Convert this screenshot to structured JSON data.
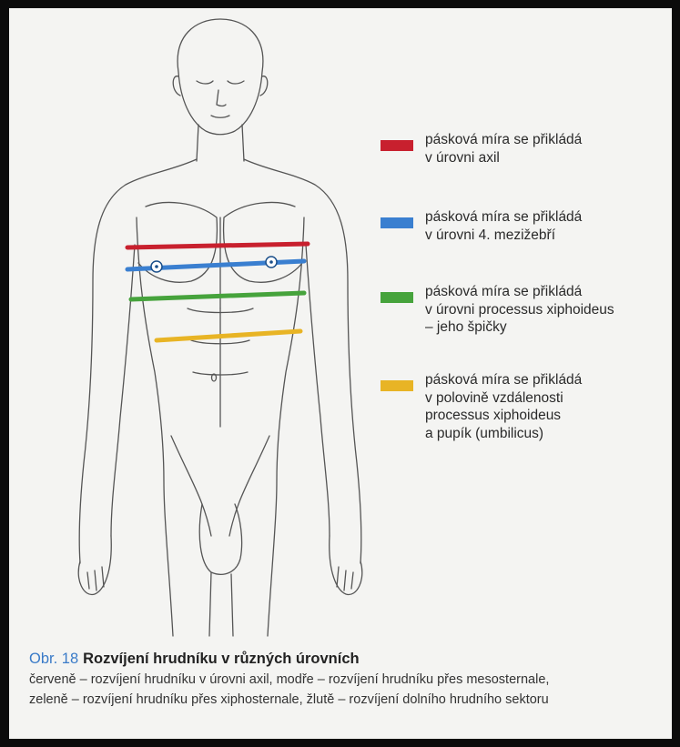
{
  "legend": {
    "items": [
      {
        "text": "pásková míra se přikládá\nv úrovni axil",
        "color": "#c8202e"
      },
      {
        "text": "pásková míra se přikládá\nv úrovni 4. mezižebří",
        "color": "#3a7fd0"
      },
      {
        "text": "pásková míra se přikládá\nv úrovni processus xiphoideus\n– jeho špičky",
        "color": "#46a33c"
      },
      {
        "text": "pásková míra se přikládá\nv polovině vzdálenosti\nprocessus xiphoideus\na pupík (umbilicus)",
        "color": "#e8b425"
      }
    ]
  },
  "caption": {
    "figure_label": "Obr. 18",
    "title": "Rozvíjení hrudníku v různých úrovních",
    "line1": "červeně – rozvíjení hrudníku v úrovni axil, modře – rozvíjení hrudníku přes mesosternale,",
    "line2": "zeleně – rozvíjení hrudníku přes xiphosternale, žlutě – rozvíjení dolního hrudního sektoru"
  }
}
